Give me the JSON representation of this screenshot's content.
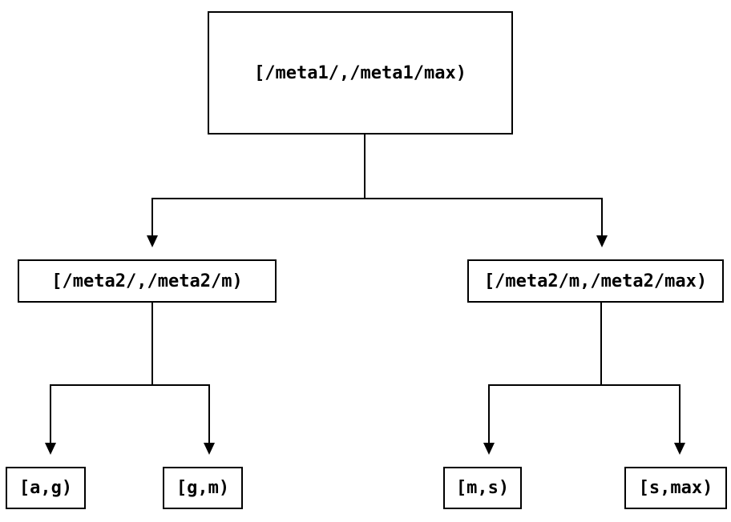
{
  "diagram": {
    "type": "tree",
    "colors": {
      "background": "#ffffff",
      "line": "#000000",
      "box_border": "#000000",
      "text": "#000000"
    },
    "nodes": {
      "root": {
        "label": "[/meta1/,/meta1/max)"
      },
      "left": {
        "label": "[/meta2/,/meta2/m)"
      },
      "right": {
        "label": "[/meta2/m,/meta2/max)"
      },
      "leaf1": {
        "label": "[a,g)"
      },
      "leaf2": {
        "label": "[g,m)"
      },
      "leaf3": {
        "label": "[m,s)"
      },
      "leaf4": {
        "label": "[s,max)"
      }
    },
    "edges": [
      {
        "from": "root",
        "to": "left"
      },
      {
        "from": "root",
        "to": "right"
      },
      {
        "from": "left",
        "to": "leaf1"
      },
      {
        "from": "left",
        "to": "leaf2"
      },
      {
        "from": "right",
        "to": "leaf3"
      },
      {
        "from": "right",
        "to": "leaf4"
      }
    ]
  }
}
